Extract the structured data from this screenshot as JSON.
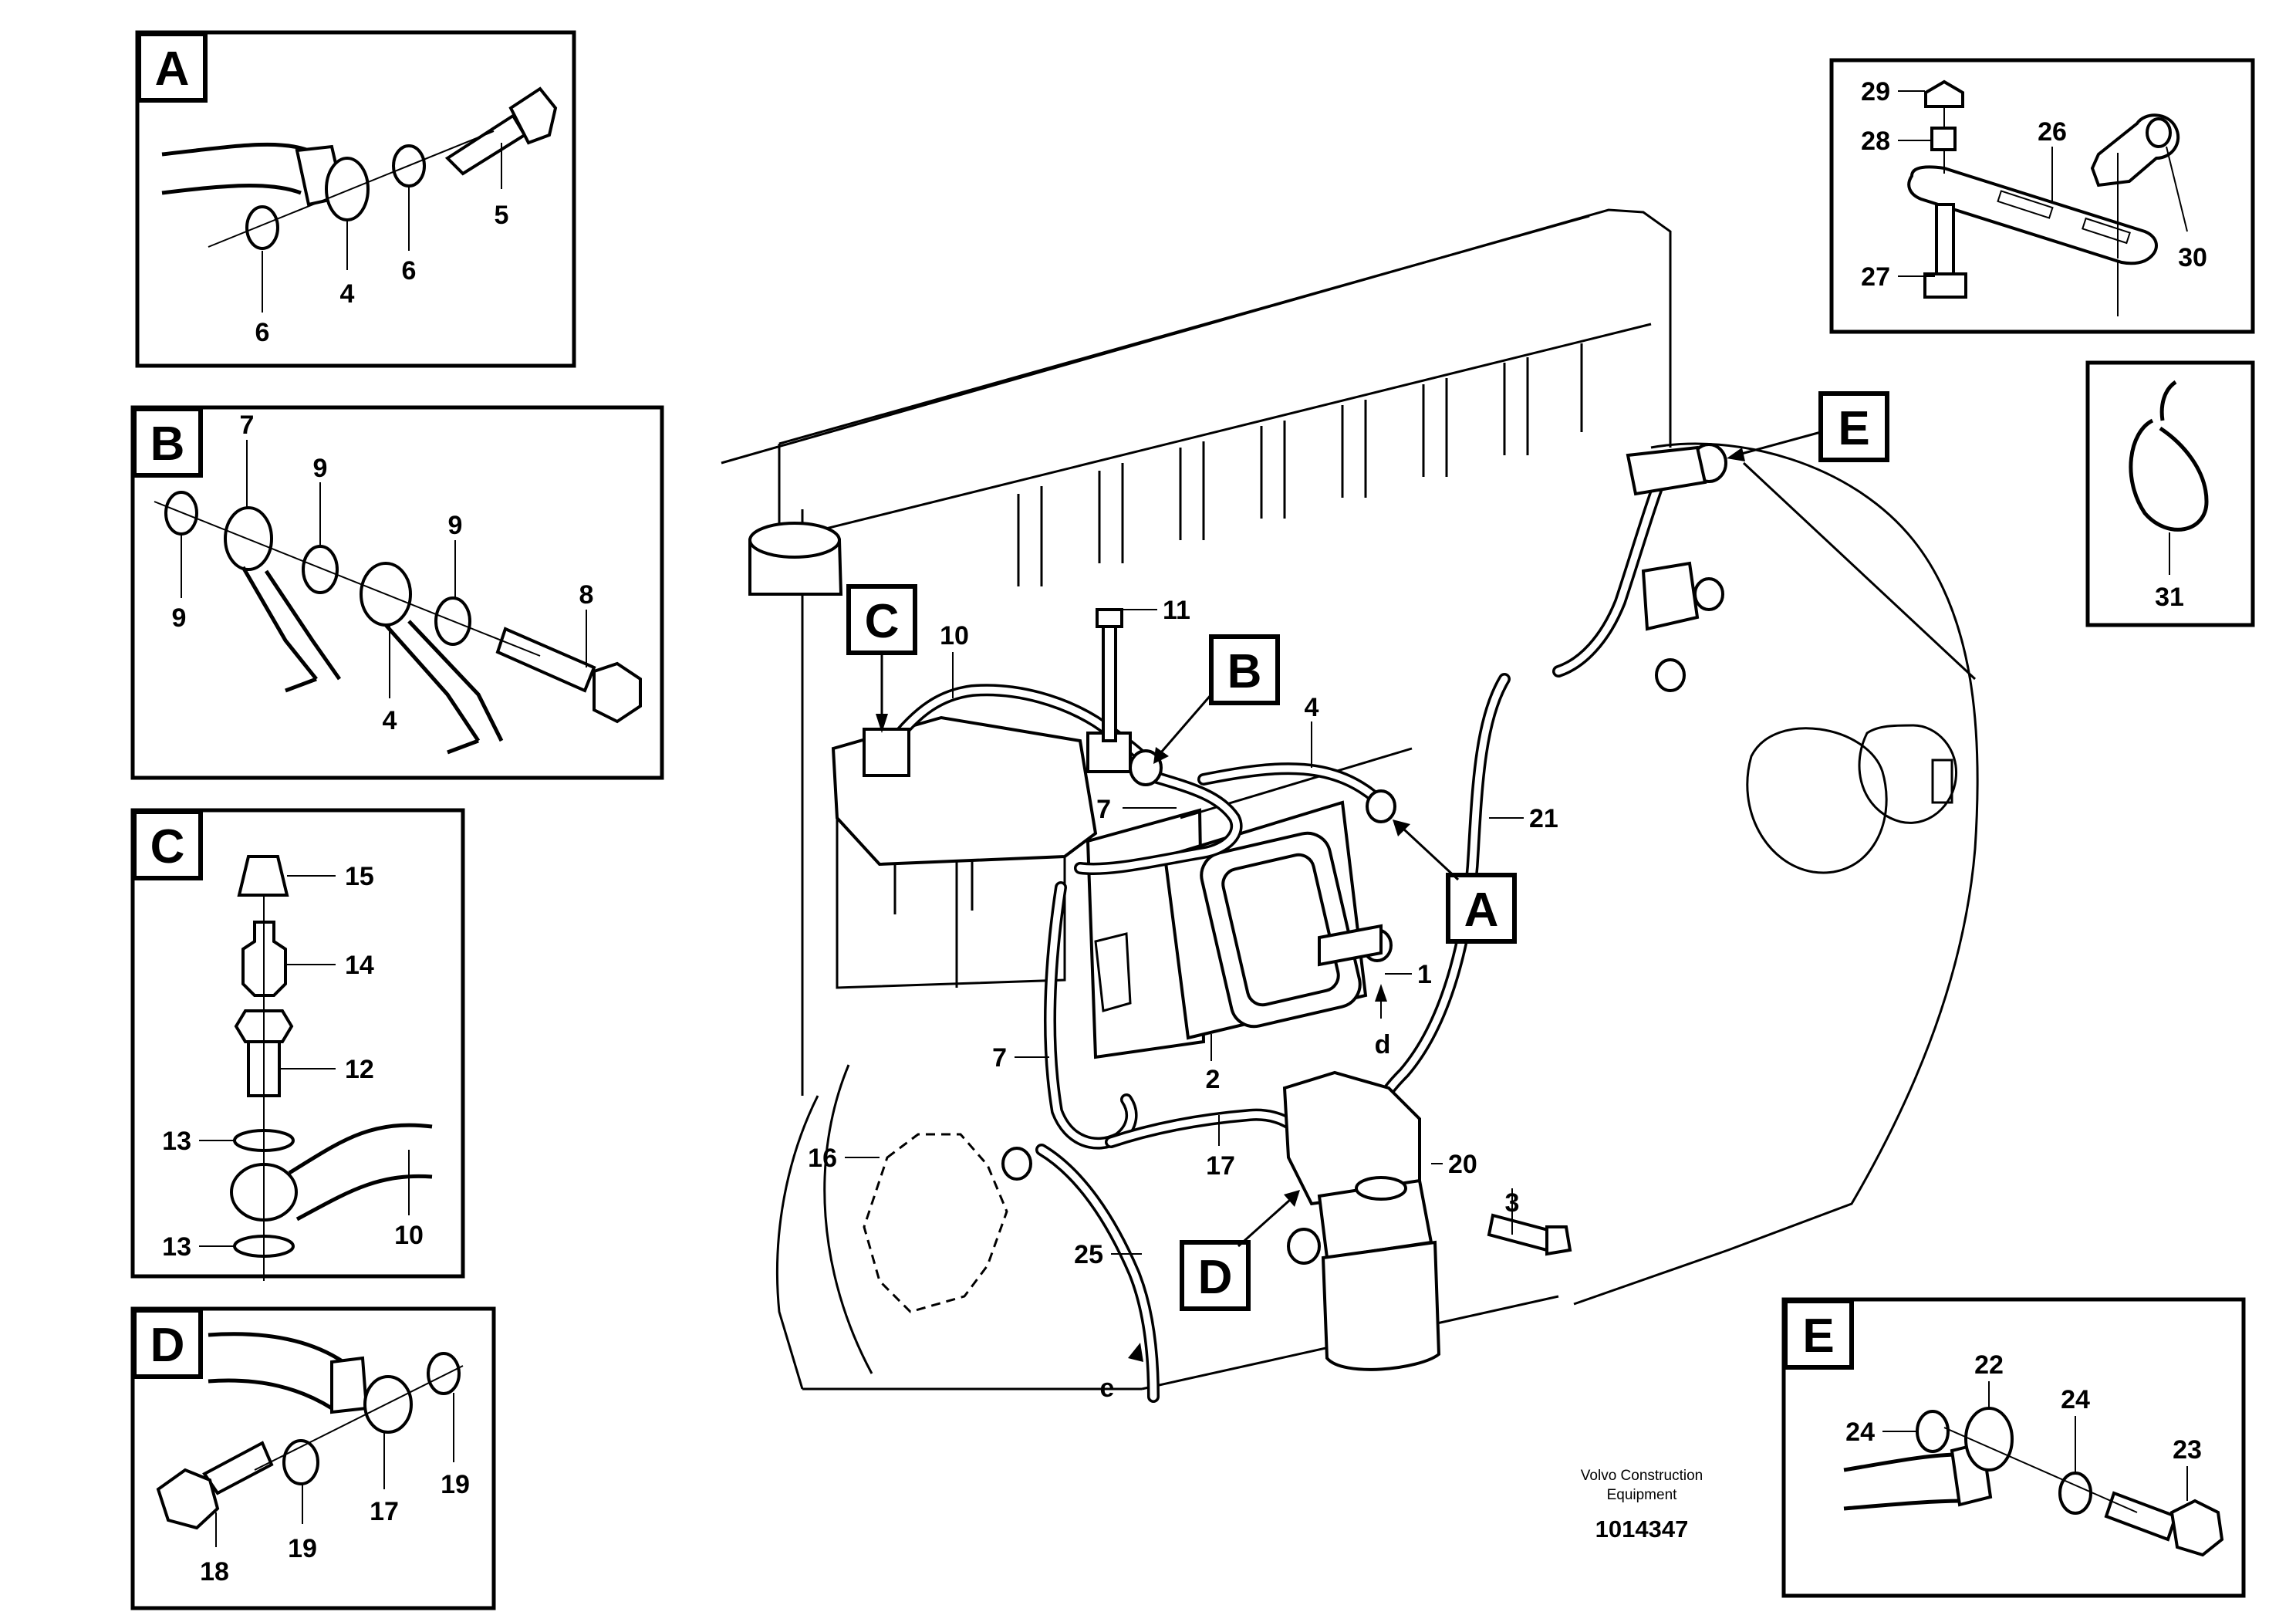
{
  "insets": {
    "A": {
      "tag": "A",
      "labels": [
        "4",
        "5",
        "6",
        "6"
      ]
    },
    "B": {
      "tag": "B",
      "labels": [
        "7",
        "9",
        "9",
        "9",
        "8",
        "4"
      ]
    },
    "C": {
      "tag": "C",
      "labels": [
        "15",
        "14",
        "12",
        "13",
        "10",
        "13"
      ]
    },
    "D": {
      "tag": "D",
      "labels": [
        "18",
        "19",
        "17",
        "19"
      ]
    },
    "E": {
      "tag": "E",
      "labels": [
        "24",
        "22",
        "24",
        "23"
      ]
    },
    "bracket": {
      "labels": [
        "29",
        "28",
        "26",
        "30",
        "27"
      ]
    },
    "strap": {
      "labels": [
        "31"
      ]
    }
  },
  "main": {
    "tags": [
      "C",
      "B",
      "A",
      "D",
      "E"
    ],
    "labels": [
      "10",
      "11",
      "4",
      "7",
      "7",
      "21",
      "1",
      "d",
      "2",
      "16",
      "17",
      "20",
      "3",
      "25",
      "e"
    ]
  },
  "credit": {
    "line1": "Volvo Construction",
    "line2": "Equipment",
    "doc_id": "1014347"
  }
}
